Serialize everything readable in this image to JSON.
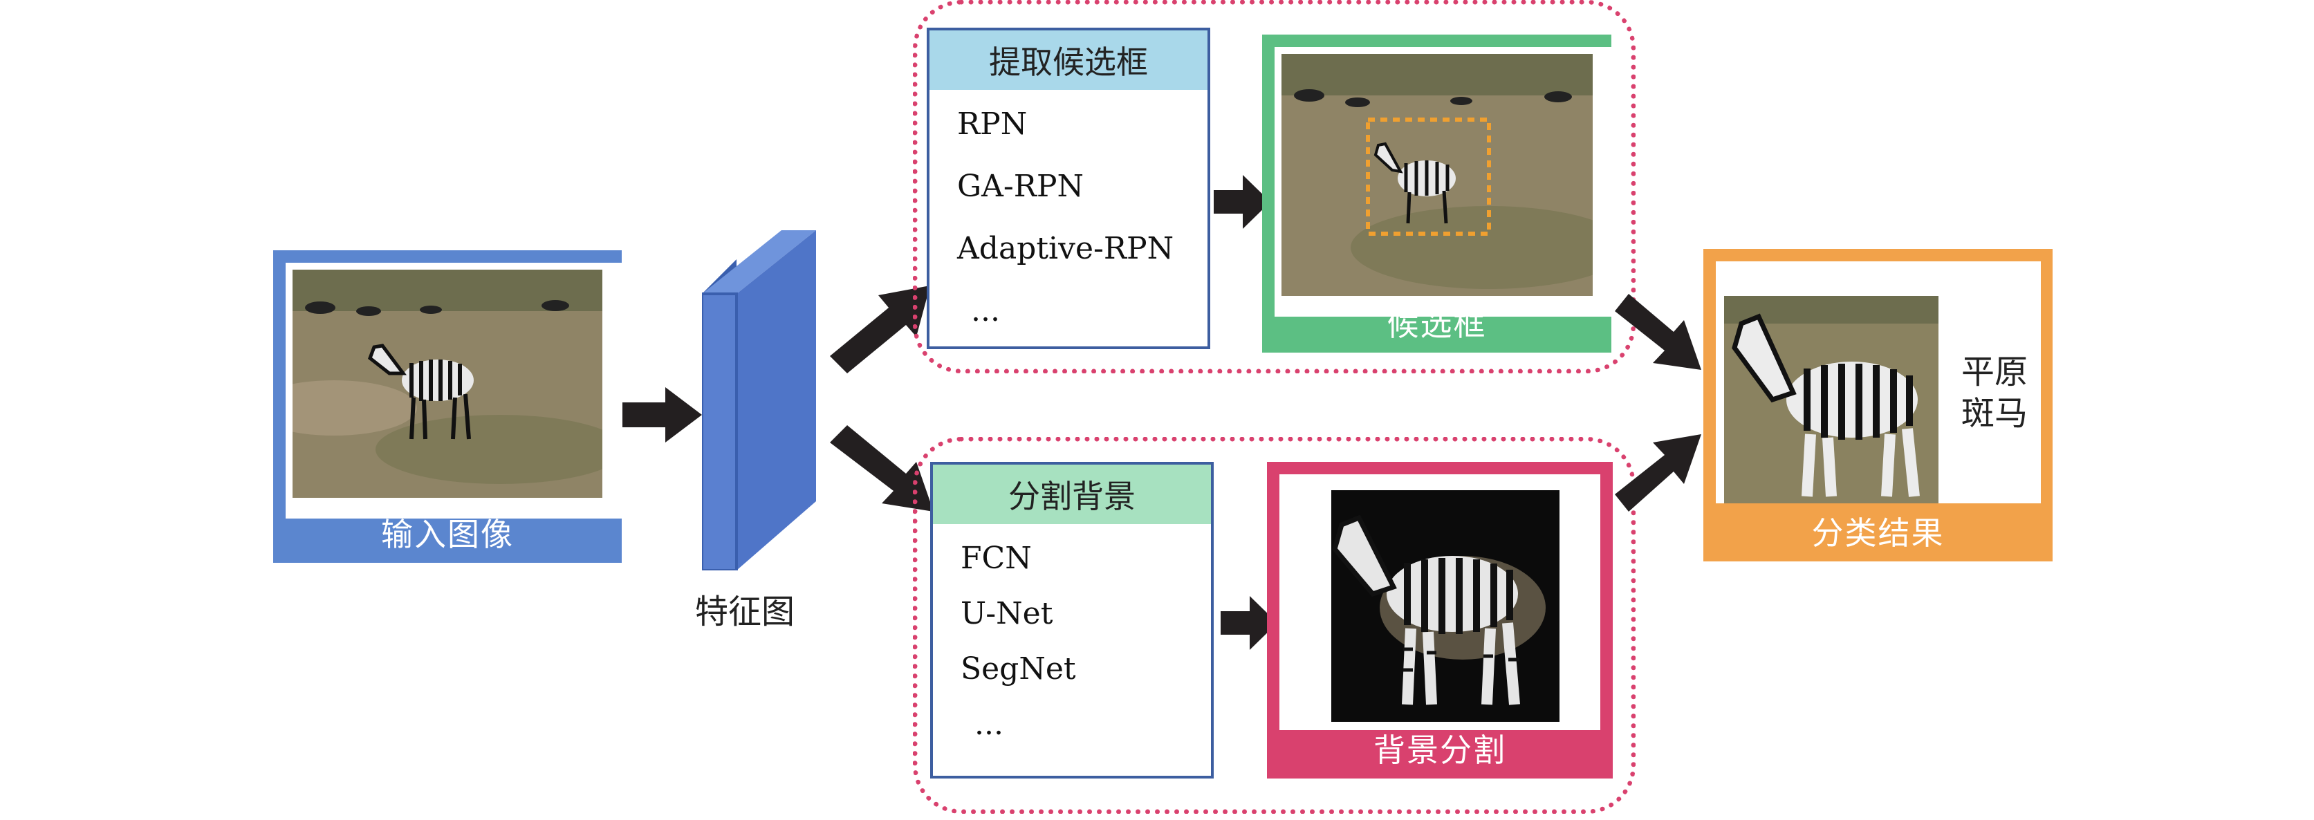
{
  "colors": {
    "input_frame": "#5b86cf",
    "candidate_frame": "#5cbf83",
    "segmentation_frame": "#d9416e",
    "result_frame": "#f2a24a",
    "proposal_header": "#a9d8ea",
    "segment_header": "#a7e1c0",
    "feature_map": "#4f75c8",
    "group_border": "#d9416e",
    "arrow": "#231f20",
    "candidate_box": "#f0a030"
  },
  "input": {
    "caption": "输入图像"
  },
  "feature_map": {
    "label": "特征图"
  },
  "proposal": {
    "title": "提取候选框",
    "methods": [
      "RPN",
      "GA-RPN",
      "Adaptive-RPN",
      "..."
    ]
  },
  "candidate": {
    "caption": "候选框"
  },
  "segment": {
    "title": "分割背景",
    "methods": [
      "FCN",
      "U-Net",
      "SegNet",
      "..."
    ]
  },
  "segmentation_result": {
    "caption": "背景分割"
  },
  "result": {
    "caption": "分类结果",
    "label_line1": "平原",
    "label_line2": "斑马"
  }
}
